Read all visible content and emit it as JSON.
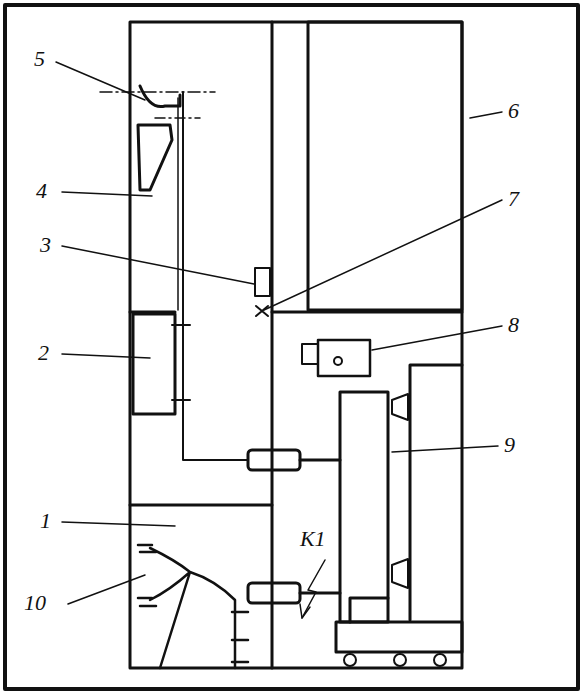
{
  "diagram": {
    "labels": [
      "5",
      "4",
      "3",
      "2",
      "1",
      "10",
      "6",
      "7",
      "8",
      "9",
      "К1"
    ]
  }
}
